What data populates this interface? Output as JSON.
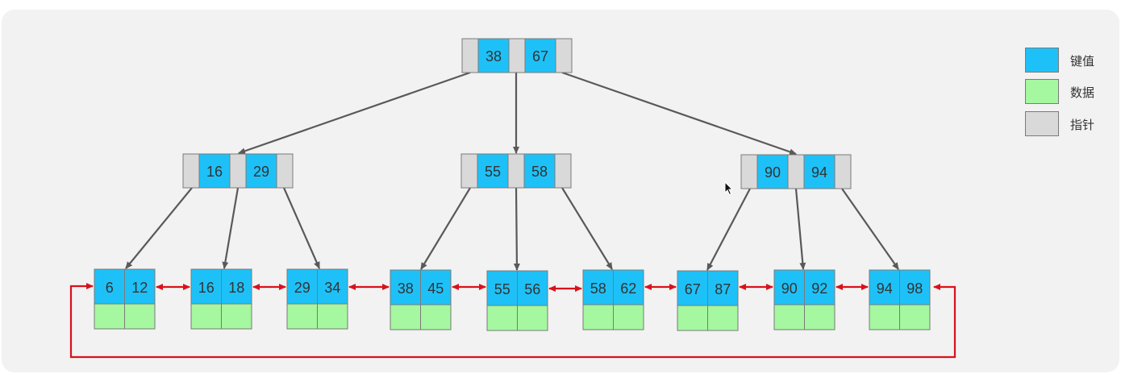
{
  "colors": {
    "key": "#1ec1f7",
    "data": "#a5f7a0",
    "pointer": "#d9d9d9",
    "edge": "#595959",
    "link": "#d9121b"
  },
  "legend": [
    {
      "label": "键值",
      "color": "#1ec1f7",
      "icon": "key-swatch"
    },
    {
      "label": "数据",
      "color": "#a5f7a0",
      "icon": "data-swatch"
    },
    {
      "label": "指针",
      "color": "#d9d9d9",
      "icon": "pointer-swatch"
    }
  ],
  "tree": {
    "root": [
      "38",
      "67"
    ],
    "internal": [
      [
        "16",
        "29"
      ],
      [
        "55",
        "58"
      ],
      [
        "90",
        "94"
      ]
    ],
    "leaves": [
      [
        "6",
        "12"
      ],
      [
        "16",
        "18"
      ],
      [
        "29",
        "34"
      ],
      [
        "38",
        "45"
      ],
      [
        "55",
        "56"
      ],
      [
        "58",
        "62"
      ],
      [
        "67",
        "87"
      ],
      [
        "90",
        "92"
      ],
      [
        "94",
        "98"
      ]
    ]
  }
}
